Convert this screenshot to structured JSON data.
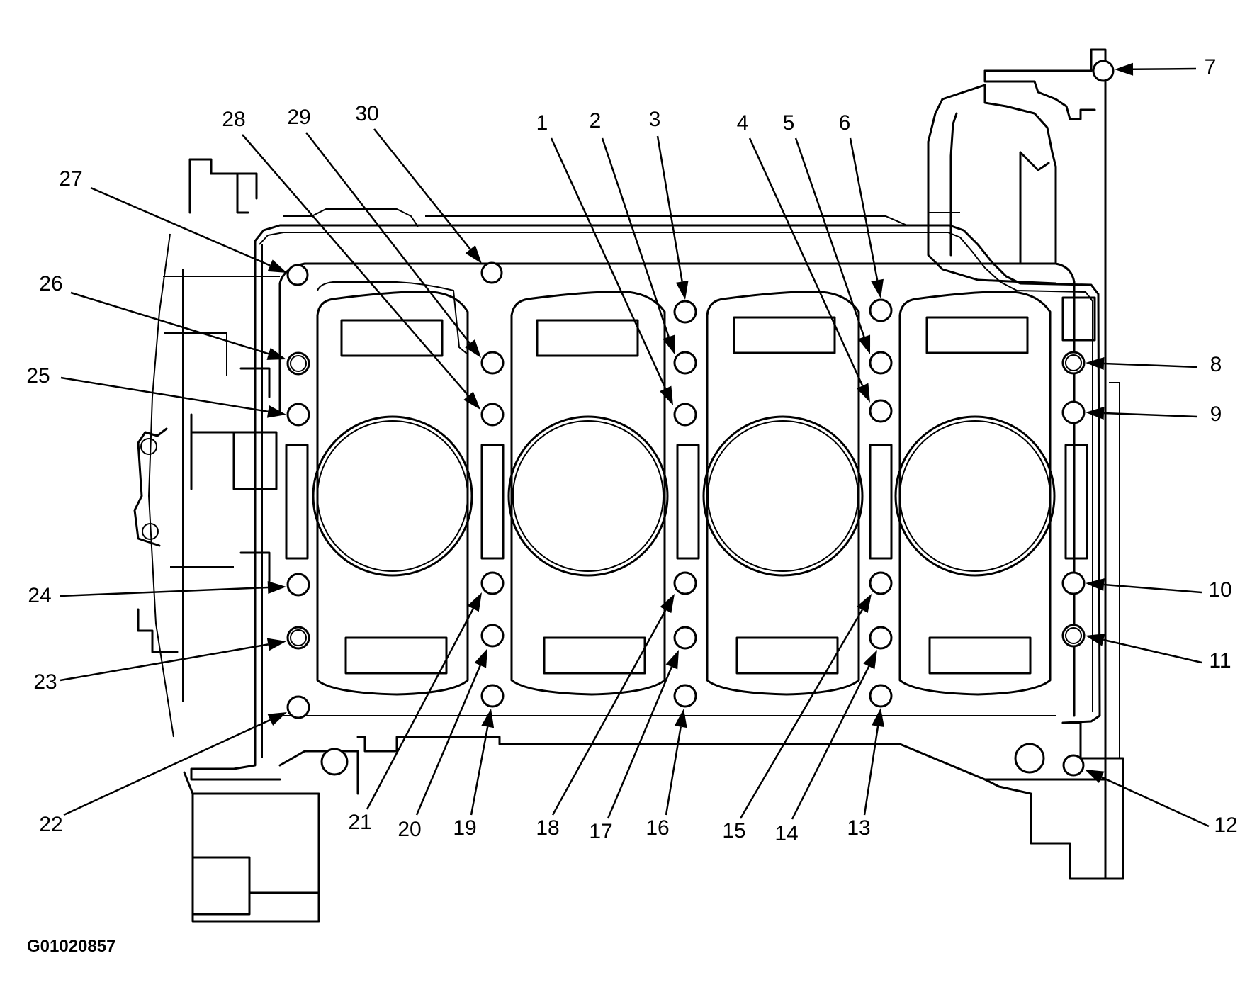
{
  "figure_id": "G01020857",
  "callouts": [
    "1",
    "2",
    "3",
    "4",
    "5",
    "6",
    "7",
    "8",
    "9",
    "10",
    "11",
    "12",
    "13",
    "14",
    "15",
    "16",
    "17",
    "18",
    "19",
    "20",
    "21",
    "22",
    "23",
    "24",
    "25",
    "26",
    "27",
    "28",
    "29",
    "30"
  ]
}
